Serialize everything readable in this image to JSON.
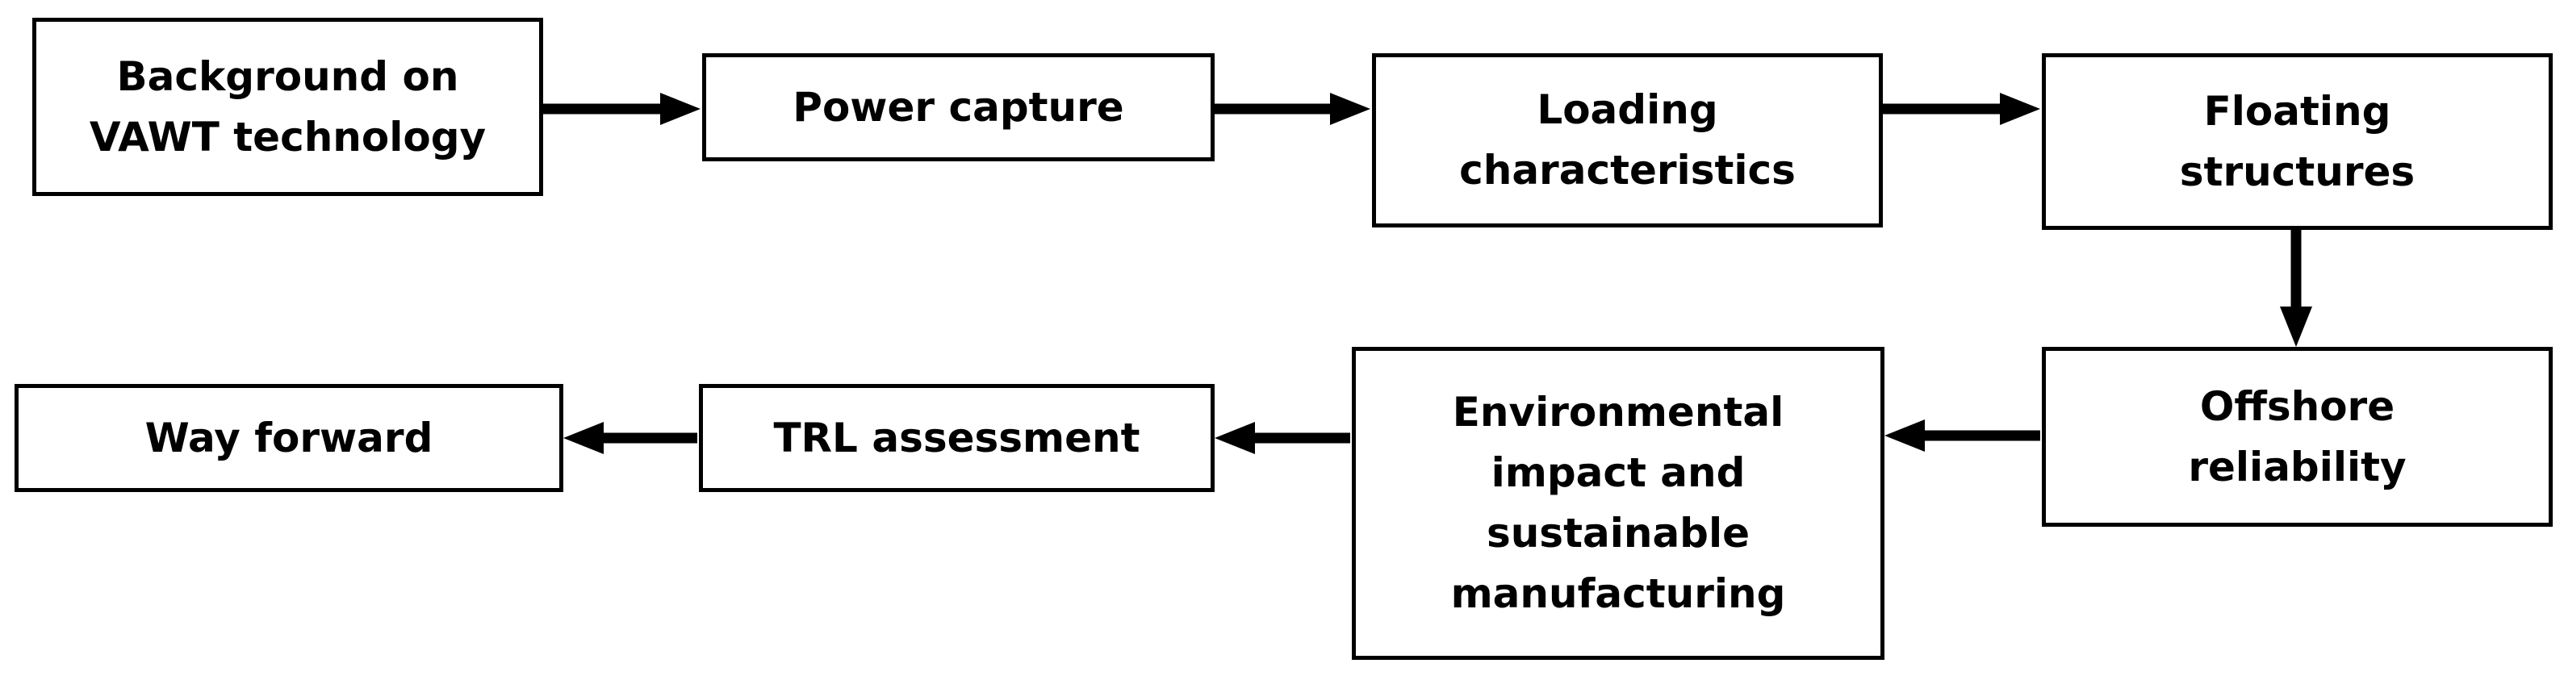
{
  "nodes": {
    "background": "Background on\nVAWT technology",
    "power_capture": "Power capture",
    "loading": "Loading\ncharacteristics",
    "floating": "Floating\nstructures",
    "offshore": "Offshore\nreliability",
    "environmental": "Environmental\nimpact and\nsustainable\nmanufacturing",
    "trl": "TRL assessment",
    "way_forward": "Way forward"
  },
  "colors": {
    "stroke": "#000000",
    "fill": "#ffffff",
    "text": "#000000"
  }
}
